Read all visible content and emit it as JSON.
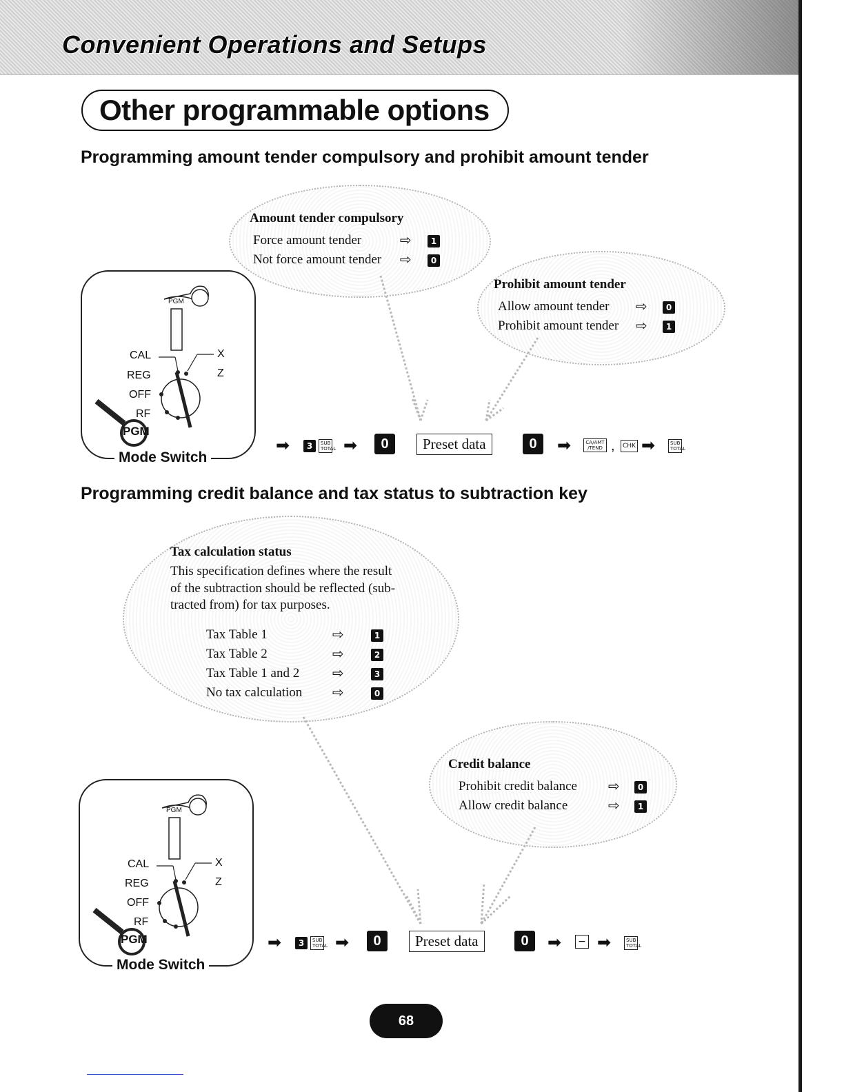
{
  "header": {
    "title": "Convenient Operations and Setups"
  },
  "page_title": "Other programmable options",
  "section1": {
    "heading": "Programming amount tender compulsory and prohibit amount tender",
    "bubble_a": {
      "heading": "Amount tender compulsory",
      "rows": [
        {
          "label": "Force amount tender",
          "value": "1"
        },
        {
          "label": "Not force amount tender",
          "value": "0"
        }
      ]
    },
    "bubble_b": {
      "heading": "Prohibit amount tender",
      "rows": [
        {
          "label": "Allow amount tender",
          "value": "0"
        },
        {
          "label": "Prohibit amount tender",
          "value": "1"
        }
      ]
    },
    "mode_switch": {
      "label": "Mode Switch",
      "key_tag": "PGM",
      "positions": {
        "cal": "CAL",
        "reg": "REG",
        "off": "OFF",
        "rf": "RF",
        "pgm": "PGM",
        "x": "X",
        "z": "Z"
      }
    },
    "sequence": {
      "key_3": "3",
      "subtotal": "SUB TOTAL",
      "key_0a": "0",
      "preset": "Preset data",
      "key_0b": "0",
      "ca_key": "CA/AMT /TEND",
      "comma": ",",
      "chk_key": "CHK",
      "subtotal_end": "SUB TOTAL"
    }
  },
  "section2": {
    "heading": "Programming credit balance and tax status to subtraction key",
    "bubble_a": {
      "heading": "Tax calculation status",
      "description": [
        "This specification defines where the result",
        "of the subtraction should be reflected (sub-",
        "tracted from) for tax purposes."
      ],
      "rows": [
        {
          "label": "Tax Table 1",
          "value": "1"
        },
        {
          "label": "Tax Table 2",
          "value": "2"
        },
        {
          "label": "Tax Table 1 and 2",
          "value": "3"
        },
        {
          "label": "No tax calculation",
          "value": "0"
        }
      ]
    },
    "bubble_b": {
      "heading": "Credit balance",
      "rows": [
        {
          "label": "Prohibit credit balance",
          "value": "0"
        },
        {
          "label": "Allow credit balance",
          "value": "1"
        }
      ]
    },
    "mode_switch": {
      "label": "Mode Switch",
      "key_tag": "PGM",
      "positions": {
        "cal": "CAL",
        "reg": "REG",
        "off": "OFF",
        "rf": "RF",
        "pgm": "PGM",
        "x": "X",
        "z": "Z"
      }
    },
    "sequence": {
      "key_3": "3",
      "subtotal": "SUB TOTAL",
      "key_0a": "0",
      "preset": "Preset data",
      "key_0b": "0",
      "minus_key": "−",
      "subtotal_end": "SUB TOTAL"
    }
  },
  "page_number": "68"
}
